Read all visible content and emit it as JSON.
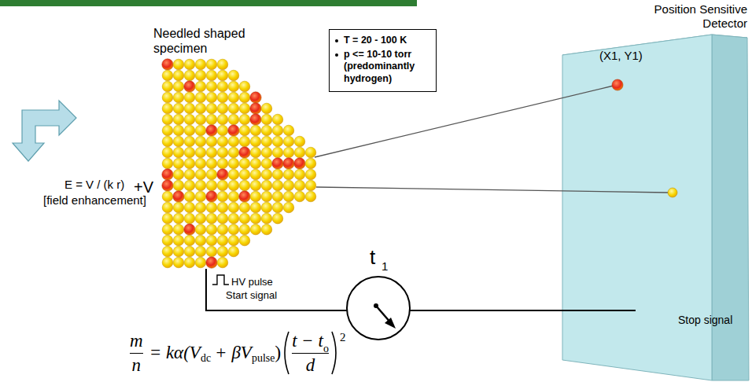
{
  "diagram": {
    "nodes": [
      {
        "text": [
          "T = 20 - 100 K",
          "p <= 10-10 torr (predominantly hydrogen)"
        ]
      },
      {
        "text": [
          "Position Sensitive Detector",
          "(X1, Y1)"
        ]
      }
    ],
    "labels": [
      "Needled shaped specimen",
      "+V",
      "E = V / (k r)",
      "[field enhancement]",
      "HV pulse",
      "Start signal",
      "t",
      "1",
      "Stop signal",
      "m",
      "n",
      "= kα(V",
      "dc",
      "+ βV",
      "pulse",
      ")",
      "t − t",
      "o",
      "d",
      "2"
    ]
  }
}
